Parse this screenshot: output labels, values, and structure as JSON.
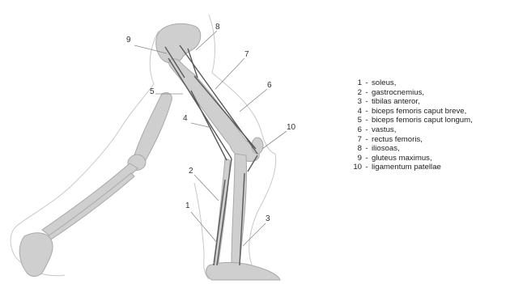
{
  "colors": {
    "bone": "#cfcfcf",
    "bone_edge": "#a9a9a9",
    "muscle_line": "#5a5a5a",
    "outline": "#c8c8c8",
    "text": "#222222"
  },
  "diagram": {
    "muscle_labels": [
      "1",
      "2",
      "3",
      "4",
      "5",
      "6",
      "7",
      "8",
      "9",
      "10"
    ]
  },
  "legend": {
    "separator": "-",
    "items": [
      {
        "number": "1",
        "name": "soleus,"
      },
      {
        "number": "2",
        "name": "gastrocnemius,"
      },
      {
        "number": "3",
        "name": "tibilas anteror,"
      },
      {
        "number": "4",
        "name": "biceps femoris caput breve,"
      },
      {
        "number": "5",
        "name": "biceps femoris caput longum,"
      },
      {
        "number": "6",
        "name": "vastus,"
      },
      {
        "number": "7",
        "name": "rectus femoris,"
      },
      {
        "number": "8",
        "name": "iliosoas,"
      },
      {
        "number": "9",
        "name": "gluteus maximus,"
      },
      {
        "number": "10",
        "name": "ligamentum patellae"
      }
    ]
  }
}
